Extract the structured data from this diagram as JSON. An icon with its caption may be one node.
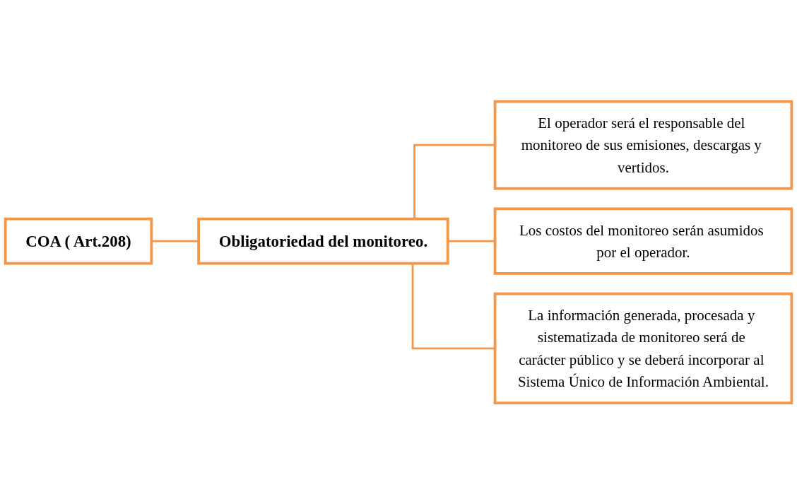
{
  "diagram": {
    "nodes": [
      {
        "text": [
          "COA ( Art.208)"
        ]
      },
      {
        "text": [
          "Obligatoriedad del monitoreo."
        ]
      },
      {
        "text": [
          "El operador será el responsable del monitoreo de sus emisiones, descargas y vertidos."
        ]
      },
      {
        "text": [
          "Los costos del monitoreo serán asumidos por el operador."
        ]
      },
      {
        "text": [
          "La información generada, procesada y sistematizada de monitoreo será de carácter público y se deberá incorporar al Sistema Único de Información Ambiental."
        ]
      }
    ],
    "edges": [
      {
        "from": 0,
        "to": 1,
        "arrow": "none"
      },
      {
        "from": 1,
        "to": 2,
        "arrow": "none"
      },
      {
        "from": 1,
        "to": 3,
        "arrow": "none"
      },
      {
        "from": 1,
        "to": 4,
        "arrow": "none"
      }
    ]
  }
}
